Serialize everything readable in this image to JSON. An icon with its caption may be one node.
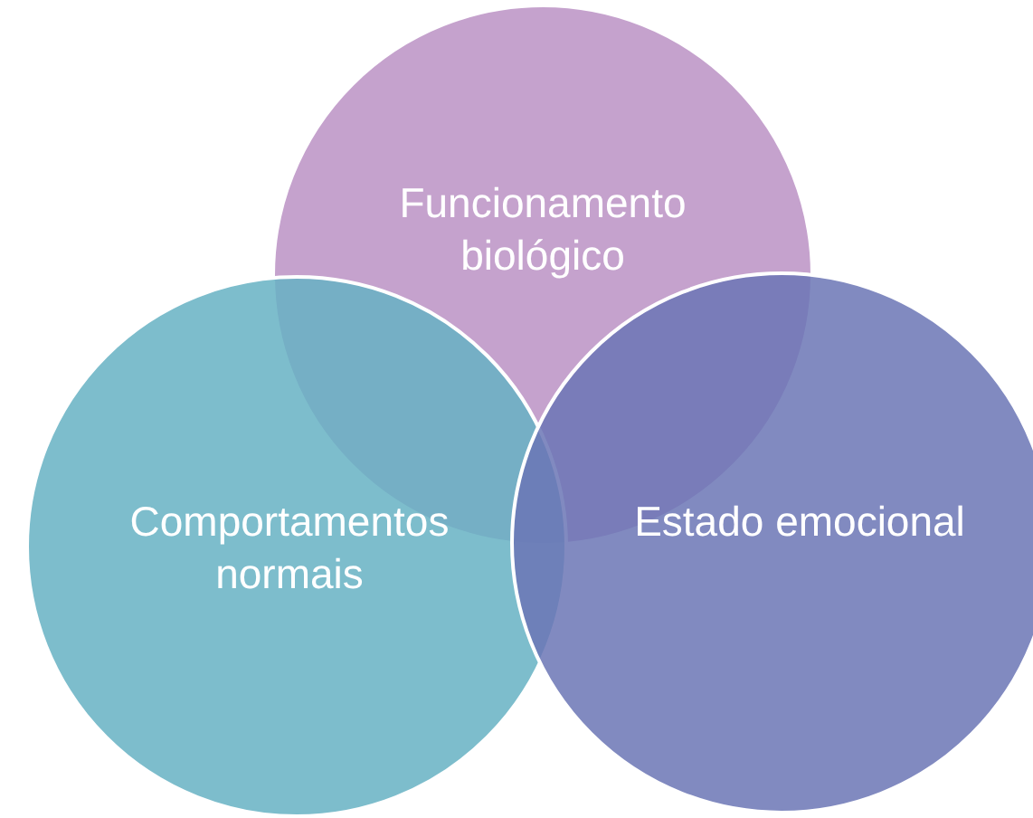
{
  "diagram": {
    "nodes": [
      {
        "text": [
          "Funcionamento biológico"
        ]
      },
      {
        "text": [
          "Comportamentos normais"
        ]
      },
      {
        "text": [
          "Estado emocional"
        ]
      }
    ]
  }
}
